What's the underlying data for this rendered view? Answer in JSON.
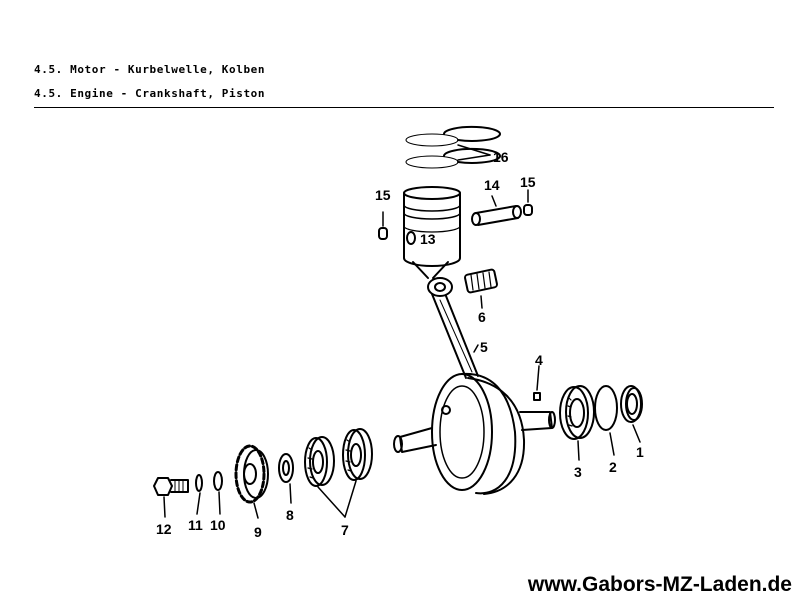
{
  "header": {
    "line_de": "4.5. Motor - Kurbelwelle, Kolben",
    "line_en": "4.5. Engine - Crankshaft, Piston"
  },
  "callouts": {
    "piston_rings": "16",
    "piston": "13",
    "piston_pin": "14",
    "circlip_left": "15",
    "circlip_right": "15",
    "needle_bearing": "6",
    "connecting_rod": "5",
    "key": "4",
    "seal_ring": "1",
    "shim": "2",
    "bearing_right": "3",
    "bearings_left": "7",
    "spacer": "8",
    "sprocket": "9",
    "washer": "10",
    "lock_washer": "11",
    "bolt": "12"
  },
  "footer": {
    "website": "www.Gabors-MZ-Laden.de"
  }
}
